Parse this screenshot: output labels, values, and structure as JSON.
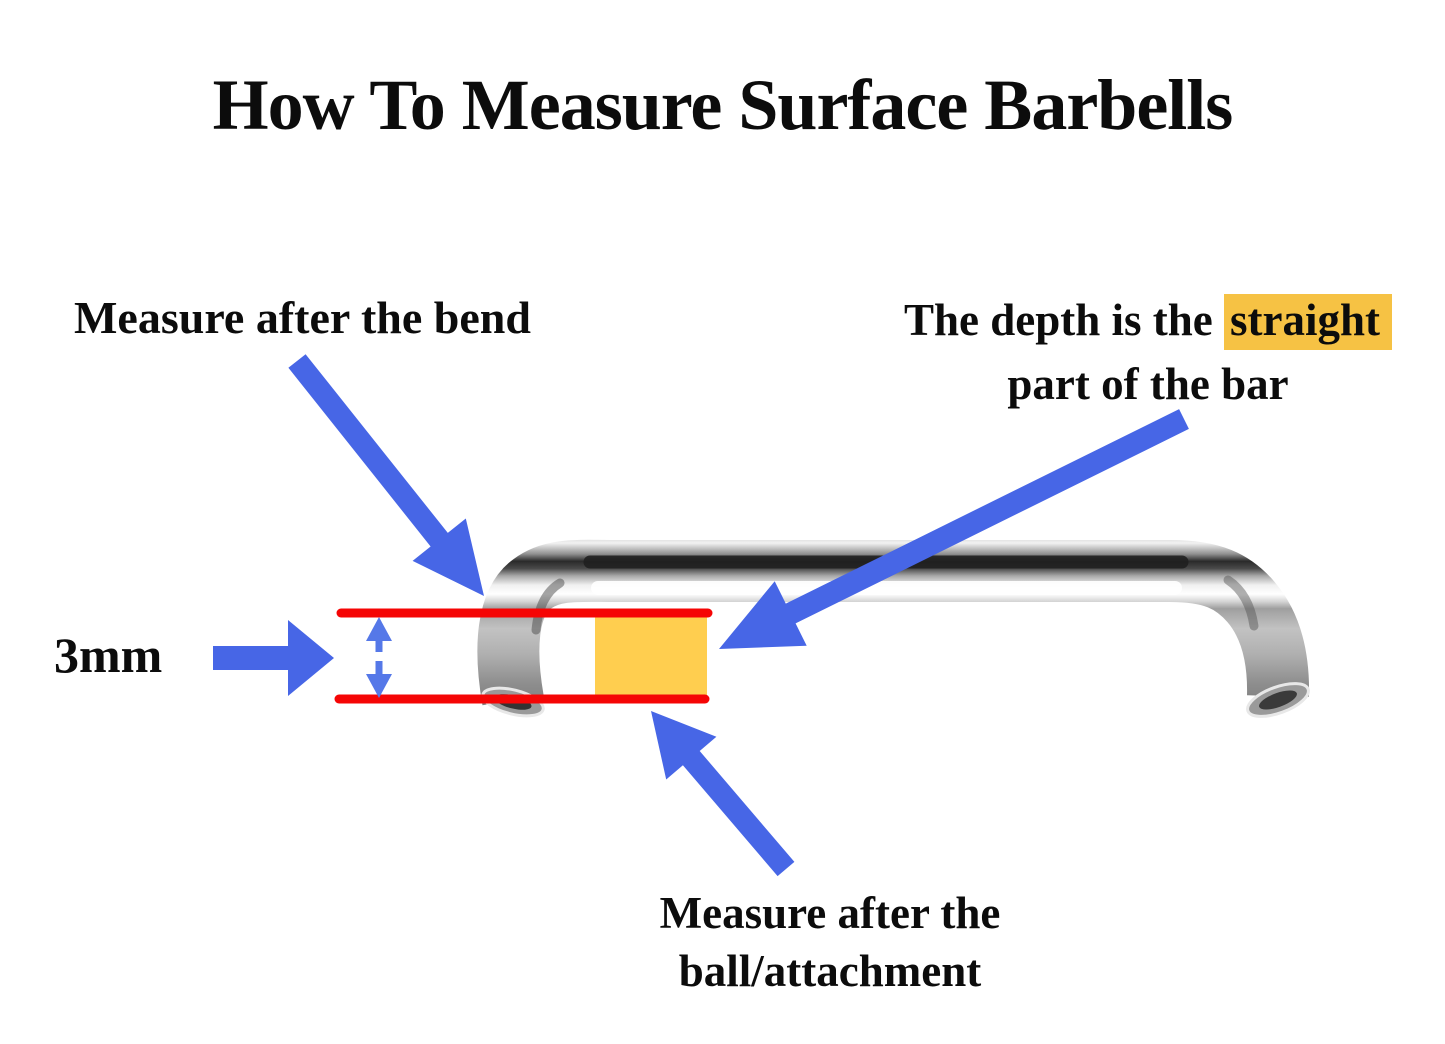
{
  "title": "How To Measure Surface Barbells",
  "annotations": {
    "measure_after_bend": "Measure after the bend",
    "depth_line1_before_highlight": "The depth is the ",
    "depth_highlighted_word": "straight",
    "depth_line2": "part of the bar",
    "gauge_thickness": "3mm",
    "measure_after_ball_line1": "Measure after the",
    "measure_after_ball_line2": "ball/attachment"
  },
  "colors": {
    "arrow_blue": "#4766e6",
    "dashed_arrow_blue": "#5578e8",
    "measurement_line_red": "#f50505",
    "straight_section_yellow": "#ffce4f",
    "highlight_yellow": "#f6c244",
    "text_black": "#0c0c0c",
    "background_white": "#ffffff"
  },
  "icons": {
    "arrow_down_right": "solid blue arrow pointing down-right at the bend",
    "arrow_down_left": "long solid blue arrow pointing down-left at the straight bar section",
    "arrow_right": "solid blue arrow pointing right at the 3mm gap",
    "arrow_up": "small blue arrow pointing up between the red lines",
    "arrow_down": "small blue arrow pointing down between the red lines",
    "arrow_up_left": "solid blue arrow pointing up-left at the area after the ball"
  }
}
